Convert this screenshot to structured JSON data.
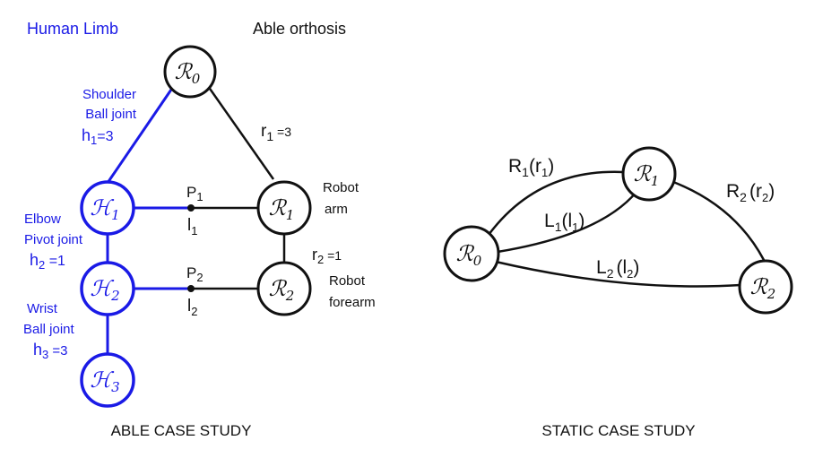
{
  "colors": {
    "human": "#1a1ae6",
    "robot": "#111111",
    "background": "#ffffff"
  },
  "able": {
    "human_title": "Human Limb",
    "robot_title": "Able orthosis",
    "caption": "ABLE CASE STUDY",
    "nodes": {
      "R0": {
        "letter": "ℛ",
        "sub": "0"
      },
      "R1": {
        "letter": "ℛ",
        "sub": "1"
      },
      "R2": {
        "letter": "ℛ",
        "sub": "2"
      },
      "H1": {
        "letter": "ℋ",
        "sub": "1"
      },
      "H2": {
        "letter": "ℋ",
        "sub": "2"
      },
      "H3": {
        "letter": "ℋ",
        "sub": "3"
      }
    },
    "shoulder": {
      "line1": "Shoulder",
      "line2": "Ball joint",
      "dof_var": "h",
      "dof_sub": "1",
      "dof_val": "=3"
    },
    "elbow": {
      "line1": "Elbow",
      "line2": "Pivot joint",
      "dof_var": "h",
      "dof_sub": "2",
      "dof_val": " =1"
    },
    "wrist": {
      "line1": "Wrist",
      "line2": "Ball joint",
      "dof_var": "h",
      "dof_sub": "3",
      "dof_val": " =3"
    },
    "r1": {
      "var": "r",
      "sub": "1",
      "val": " =3"
    },
    "r2": {
      "var": "r",
      "sub": "2",
      "val": " =1"
    },
    "robot_arm": {
      "line1": "Robot",
      "line2": "arm"
    },
    "robot_forearm": {
      "line1": "Robot",
      "line2": "forearm"
    },
    "p1": {
      "var": "P",
      "sub": "1"
    },
    "l1": {
      "var": "l",
      "sub": "1"
    },
    "p2": {
      "var": "P",
      "sub": "2"
    },
    "l2": {
      "var": "l",
      "sub": "2"
    }
  },
  "static": {
    "caption": "STATIC CASE STUDY",
    "nodes": {
      "R0": {
        "letter": "ℛ",
        "sub": "0"
      },
      "R1": {
        "letter": "ℛ",
        "sub": "1"
      },
      "R2": {
        "letter": "ℛ",
        "sub": "2"
      }
    },
    "edge_R1": {
      "var": "R",
      "sub": "1",
      "arg_var": "r",
      "arg_sub": "1"
    },
    "edge_L1": {
      "var": "L",
      "sub": "1",
      "arg_var": "l",
      "arg_sub": "1"
    },
    "edge_R2": {
      "var": "R",
      "sub": "2",
      "arg_var": "r",
      "arg_sub": "2"
    },
    "edge_L2": {
      "var": "L",
      "sub": "2",
      "arg_var": "l",
      "arg_sub": "2"
    }
  }
}
